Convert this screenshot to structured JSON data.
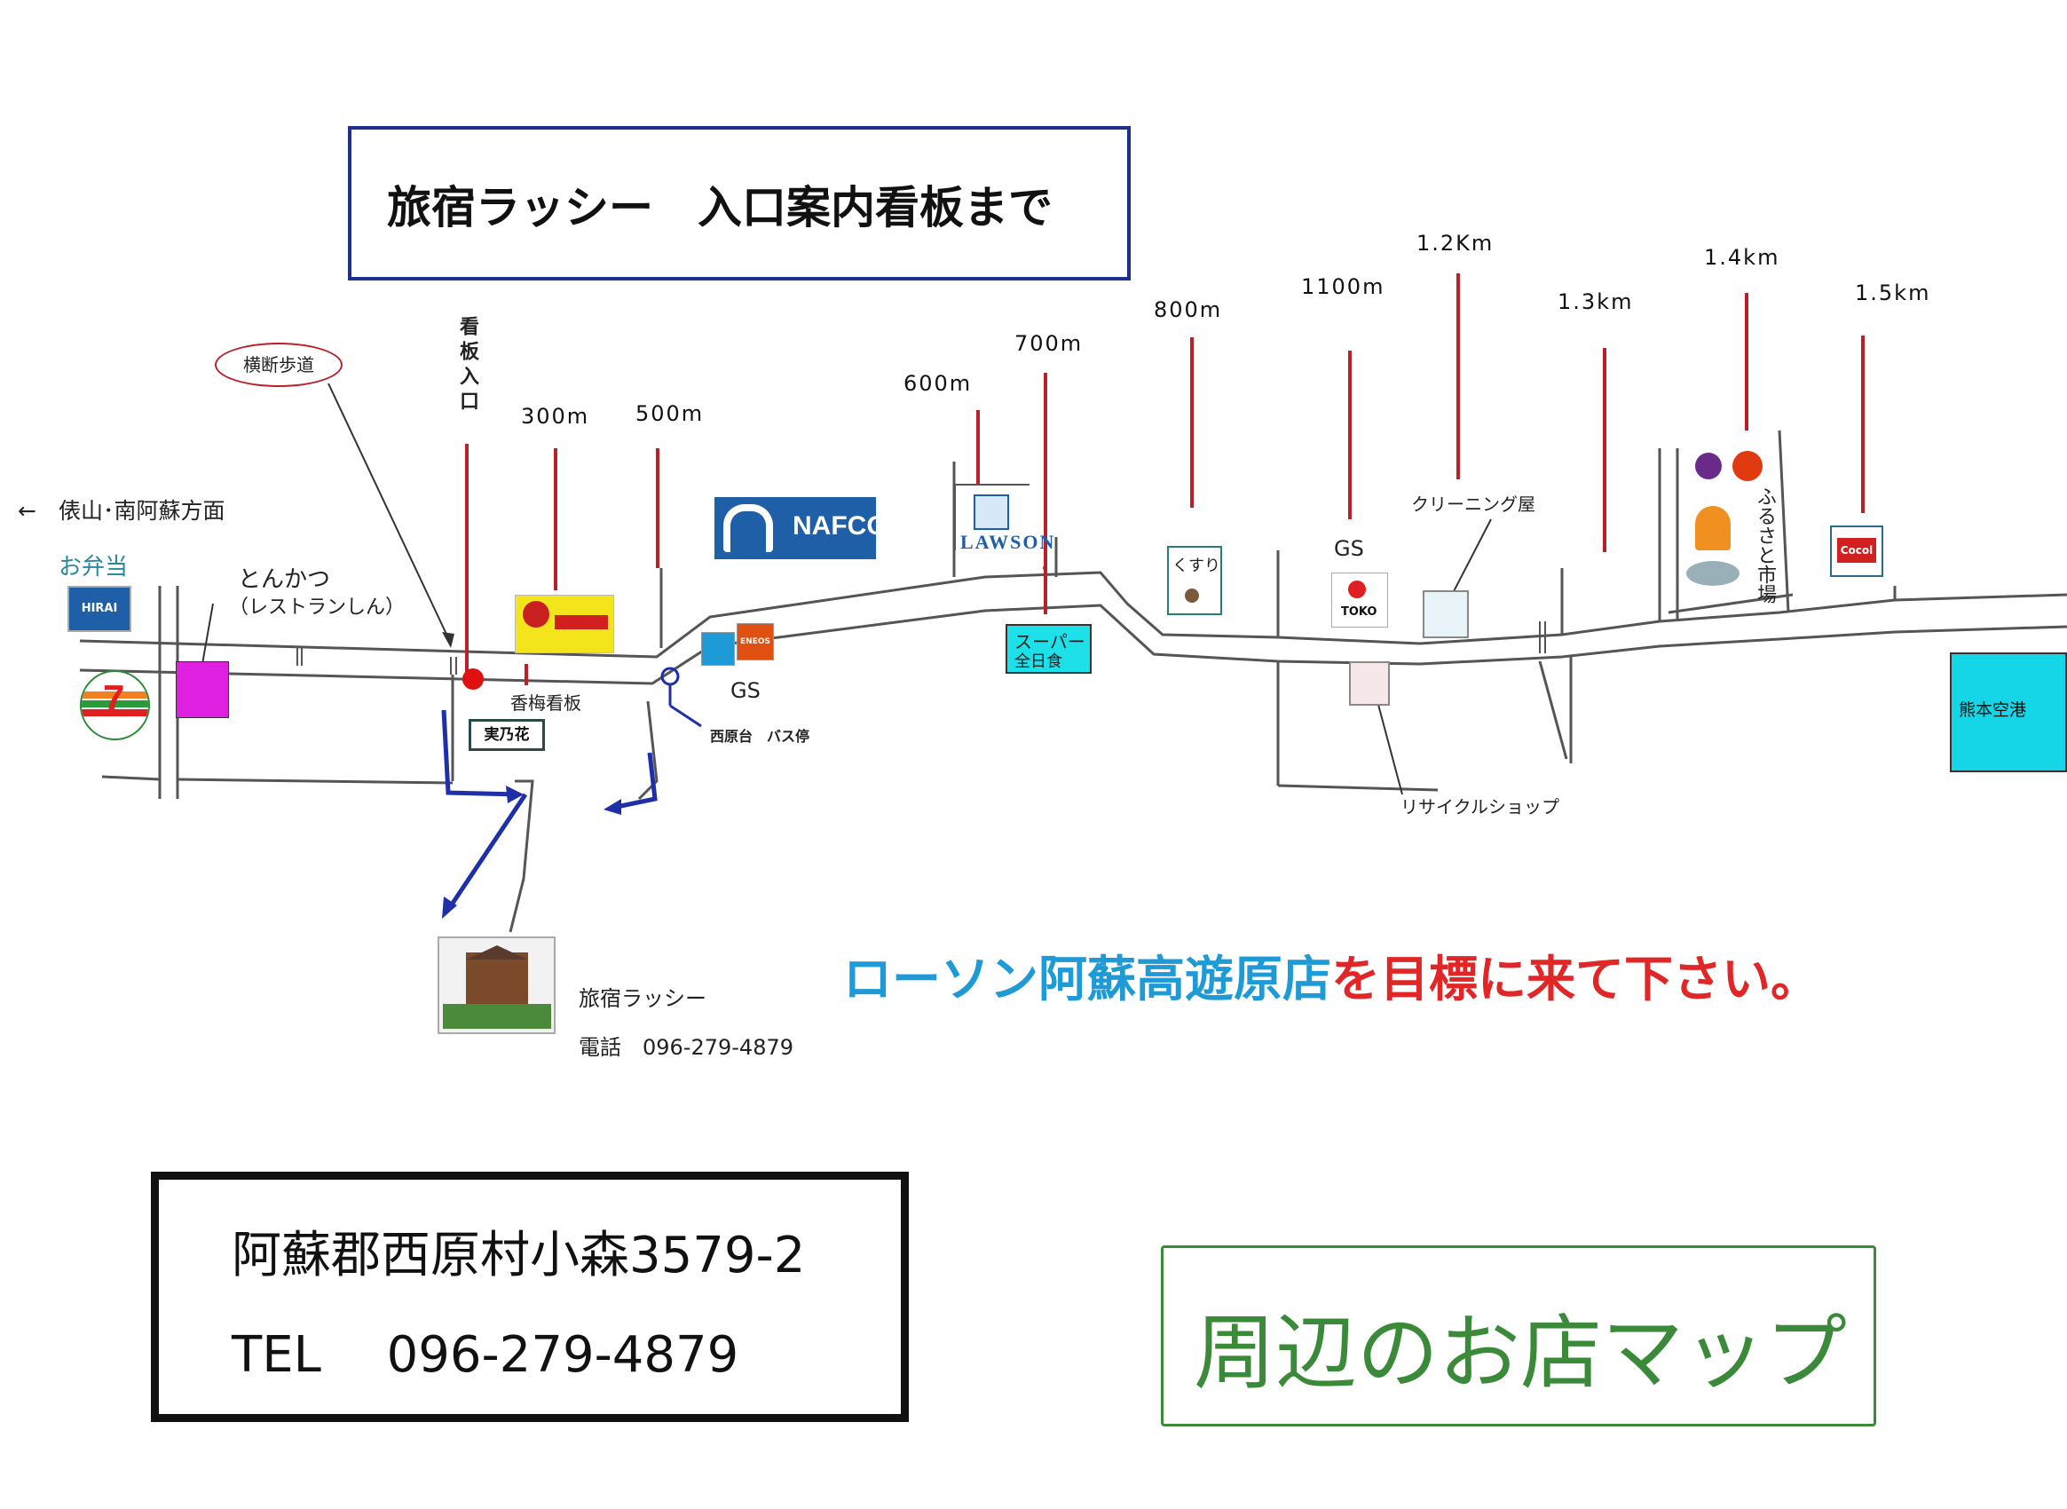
{
  "title": "旅宿ラッシー　入口案内看板まで",
  "labels": {
    "crosswalk": "横断歩道",
    "signboard_entrance": "看板入口",
    "direction_left": "←　俵山･南阿蘇方面",
    "obento": "お弁当",
    "tonkatsu": "とんかつ",
    "tonkatsu_sub": "（レストランしん）",
    "kobai_sign": "香梅看板",
    "minohana": "実乃花",
    "gs1": "GS",
    "bus_stop": "西原台　バス停",
    "lawson": "LAWSON",
    "super": "スーパー",
    "super_sub": "全日食",
    "kusuri": "くすり",
    "gs2": "GS",
    "cleaning": "クリーニング屋",
    "furusato": "ふるさと市場",
    "recycle": "リサイクルショップ",
    "airport": "熊本空港",
    "nafco": "NAFCO",
    "eneos": "ENEOS",
    "cocol": "Cocol",
    "ryokan": "旅宿ラッシー",
    "tel_line": "電話　096-279-4879"
  },
  "distances": {
    "d300": "300m",
    "d500": "500m",
    "d600": "600m",
    "d700": "700m",
    "d800": "800m",
    "d1100": "1100m",
    "d1200": "1.2Km",
    "d1300": "1.3km",
    "d1400": "1.4km",
    "d1500": "1.5km"
  },
  "landmark_message": {
    "part1": "ローソン阿蘇高遊原店",
    "part2": "を目標に来て下さい。"
  },
  "address": {
    "line1": "阿蘇郡西原村小森3579-2",
    "line2": "TEL　 096-279-4879"
  },
  "shops_map_label": "周辺のお店マップ",
  "colors": {
    "title_border": "#1f2f8c",
    "marker_line": "#b8202a",
    "route_blue": "#1f2fa8",
    "message_blue": "#1e9ad6",
    "message_red": "#e02626",
    "green_label": "#3a8a3a",
    "airport_fill": "#14d6e6"
  }
}
